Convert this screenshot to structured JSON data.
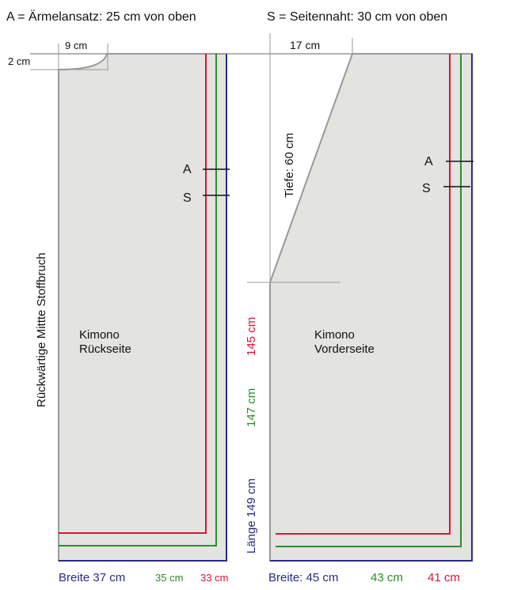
{
  "header": {
    "sleeve_note": "A = Ärmelansatz: 25 cm von oben",
    "side_note": "S = Seitennaht: 30 cm von oben"
  },
  "back": {
    "fold_label": "Rückwärtige Mittte Stoffbruch",
    "neck_width": "9 cm",
    "neck_depth": "2 cm",
    "title_line1": "Kimono",
    "title_line2": "Rückseite",
    "marker_a": "A",
    "marker_s": "S",
    "width_blue": "Breite 37 cm",
    "width_green": "35 cm",
    "width_red": "33 cm"
  },
  "front": {
    "neck_width": "17 cm",
    "depth": "Tiefe:  60 cm",
    "title_line1": "Kimono",
    "title_line2": "Vorderseite",
    "marker_a": "A",
    "marker_s": "S",
    "width_blue": "Breite: 45 cm",
    "width_green": "43 cm",
    "width_red": "41 cm"
  },
  "lengths": {
    "red": "145 cm",
    "green": "147 cm",
    "blue": "Länge 149 cm"
  },
  "colors": {
    "red": "#e0103a",
    "green": "#2e8b2e",
    "blue": "#2a2a8a",
    "fill": "#e3e4e0",
    "outline": "#999999"
  }
}
